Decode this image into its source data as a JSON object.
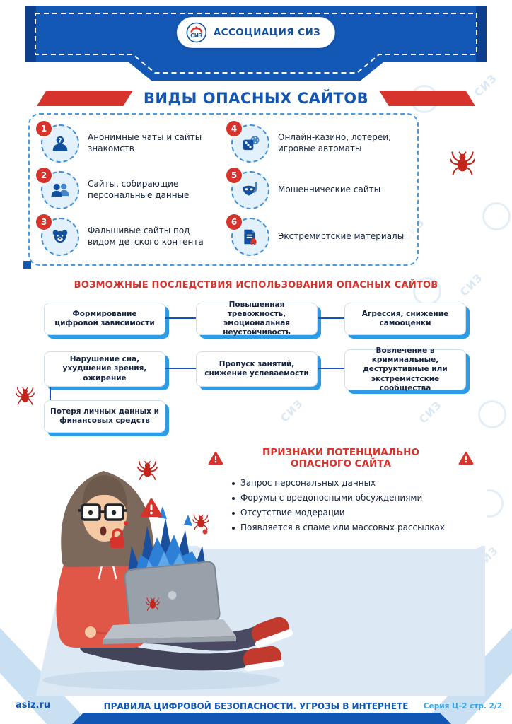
{
  "header": {
    "org_badge": "АССОЦИАЦИЯ СИЗ",
    "logo_text": "СИЗ"
  },
  "page_title": "ВИДЫ ОПАСНЫХ САЙТОВ",
  "dangerous_sites": {
    "items": [
      {
        "num": "1",
        "label": "Анонимные чаты и сайты знакомств",
        "icon": "anonymous-chat-icon"
      },
      {
        "num": "2",
        "label": "Сайты, собирающие персональные данные",
        "icon": "personal-data-icon"
      },
      {
        "num": "3",
        "label": "Фальшивые сайты под видом детского контента",
        "icon": "fake-kids-content-icon"
      },
      {
        "num": "4",
        "label": "Онлайн-казино, лотереи, игровые автоматы",
        "icon": "casino-icon"
      },
      {
        "num": "5",
        "label": "Мошеннические сайты",
        "icon": "scam-mask-icon"
      },
      {
        "num": "6",
        "label": "Экстремистские материалы",
        "icon": "extremist-materials-icon"
      }
    ]
  },
  "consequences": {
    "title": "ВОЗМОЖНЫЕ ПОСЛЕДСТВИЯ ИСПОЛЬЗОВАНИЯ ОПАСНЫХ САЙТОВ",
    "items": [
      "Формирование цифровой зависимости",
      "Повышенная тревожность, эмоциональная неустойчивость",
      "Агрессия, снижение самооценки",
      "Нарушение сна, ухудшение зрения, ожирение",
      "Пропуск занятий, снижение успеваемости",
      "Вовлечение в криминальные, деструктивные или экстремистские сообщества",
      "Потеря личных данных и финансовых средств"
    ]
  },
  "signs": {
    "title": "ПРИЗНАКИ ПОТЕНЦИАЛЬНО ОПАСНОГО САЙТА",
    "items": [
      "Запрос персональных данных",
      "Форумы с вредоносными обсуждениями",
      "Отсутствие модерации",
      "Появляется в спаме или массовых рассылках"
    ]
  },
  "footer": {
    "site_url": "asiz.ru",
    "title": "ПРАВИЛА ЦИФРОВОЙ БЕЗОПАСНОСТИ. УГРОЗЫ В ИНТЕРНЕТЕ",
    "series": "Серия Ц-2 стр. 2/2"
  },
  "icons": {
    "spider": "spider-icon",
    "warning": "warning-triangle-icon",
    "logo": "siz-logo-icon"
  },
  "colors": {
    "blue": "#1256b4",
    "dark_blue": "#0d3f8f",
    "red": "#d6332c",
    "accent_blue": "#2e9be6",
    "light_blue": "#e3f1fc",
    "floor": "#dce9f5"
  }
}
